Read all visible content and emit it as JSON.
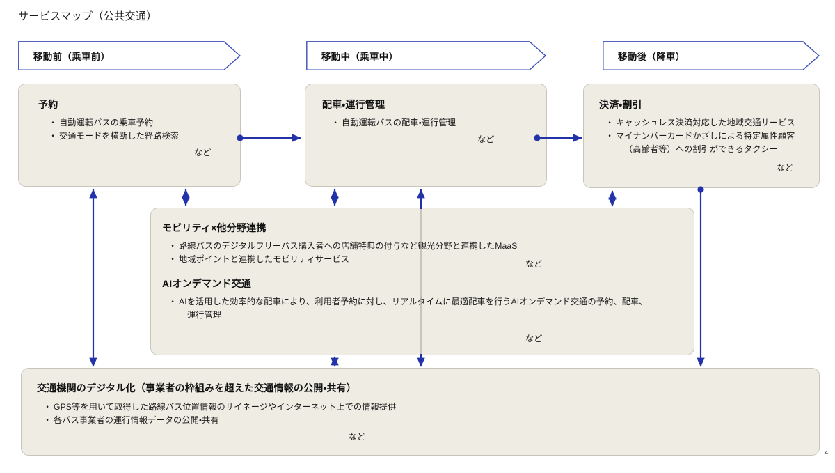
{
  "page_title": "サービスマップ（公共交通）",
  "page_number": "4",
  "colors": {
    "accent_blue": "#2233aa",
    "chevron_border": "#3a4fb5",
    "card_fill": "#efece4",
    "card_border": "#c9c5bb",
    "text": "#1a1a1a"
  },
  "phases": [
    {
      "label": "移動前（乗車前）"
    },
    {
      "label": "移動中（乗車中）"
    },
    {
      "label": "移動後（降車）"
    }
  ],
  "cards": {
    "reservation": {
      "title": "予約",
      "bullets": [
        "自動運転バスの乗車予約",
        "交通モードを横断した経路検索"
      ],
      "nado": "など"
    },
    "dispatch": {
      "title": "配車・運行管理",
      "bullets": [
        "自動運転バスの配車・運行管理"
      ],
      "nado": "など"
    },
    "payment": {
      "title": "決済・割引",
      "bullets": [
        "キャッシュレス決済対応した地域交通サービス",
        "マイナンバーカードかざしによる特定属性顧客",
        "（高齢者等）への割引ができるタクシー"
      ],
      "nado": "など"
    },
    "mobility_cross": {
      "title": "モビリティ×他分野連携",
      "bullets": [
        "路線バスのデジタルフリーパス購入者への店舗特典の付与など観光分野と連携したMaaS",
        "地域ポイントと連携したモビリティサービス"
      ],
      "nado": "など"
    },
    "ai_ondemand": {
      "title": "AIオンデマンド交通",
      "bullets": [
        "AIを活用した効率的な配車により、利用者予約に対し、リアルタイムに最適配車を行うAIオンデマンド交通の予約、配車、",
        "運行管理"
      ],
      "nado": "など"
    },
    "digitalization": {
      "title": "交通機関のデジタル化（事業者の枠組みを超えた交通情報の公開・共有）",
      "bullets": [
        "GPS等を用いて取得した路線バス位置情報のサイネージやインターネット上での情報提供",
        "各バス事業者の運行情報データの公開・共有"
      ],
      "nado": "など"
    }
  }
}
